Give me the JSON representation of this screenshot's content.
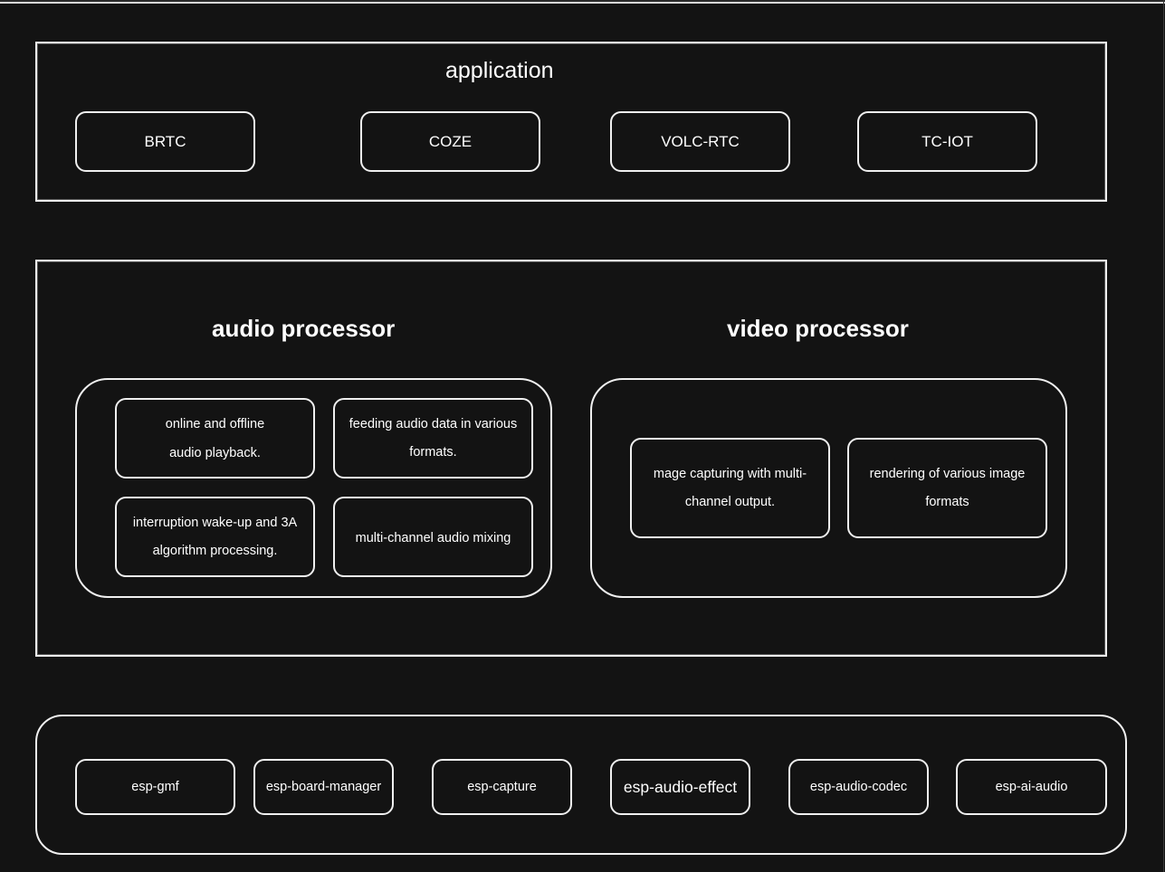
{
  "application": {
    "title": "application",
    "items": [
      {
        "label": "BRTC"
      },
      {
        "label": "COZE"
      },
      {
        "label": "VOLC-RTC"
      },
      {
        "label": "TC-IOT"
      }
    ]
  },
  "processors": {
    "audio": {
      "title": "audio processor",
      "features": [
        {
          "label": "online and offline\naudio playback."
        },
        {
          "label": "feeding audio data in various\nformats."
        },
        {
          "label": "interruption wake-up and 3A\nalgorithm processing."
        },
        {
          "label": "multi-channel audio mixing"
        }
      ]
    },
    "video": {
      "title": "video processor",
      "features": [
        {
          "label": "mage capturing with multi-\nchannel output."
        },
        {
          "label": "rendering of various image\nformats"
        }
      ]
    }
  },
  "components": {
    "items": [
      {
        "label": "esp-gmf"
      },
      {
        "label": "esp-board-manager"
      },
      {
        "label": "esp-capture"
      },
      {
        "label": "esp-audio-effect"
      },
      {
        "label": "esp-audio-codec"
      },
      {
        "label": "esp-ai-audio"
      }
    ]
  },
  "colors": {
    "background": "#131313",
    "stroke": "#f0f0f0",
    "text": "#ffffff"
  }
}
